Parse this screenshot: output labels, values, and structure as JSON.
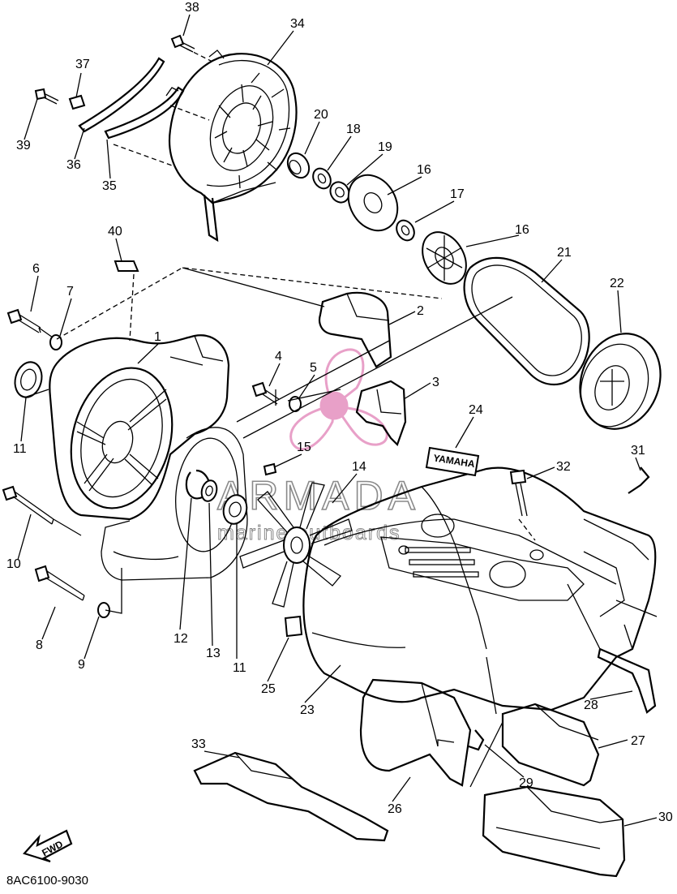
{
  "diagram": {
    "part_numbers": [
      "1",
      "2",
      "3",
      "4",
      "5",
      "6",
      "7",
      "8",
      "9",
      "10",
      "11",
      "11",
      "12",
      "13",
      "14",
      "15",
      "16",
      "16",
      "17",
      "18",
      "19",
      "20",
      "21",
      "22",
      "23",
      "24",
      "25",
      "26",
      "27",
      "28",
      "29",
      "30",
      "31",
      "32",
      "33",
      "34",
      "35",
      "36",
      "37",
      "38",
      "39",
      "40"
    ],
    "drawing_code": "8AC6100-9030",
    "fwd_label": "FWD",
    "emblem_text": "YAMAHA",
    "watermark": {
      "brand": "ARMADA",
      "tagline": "marine outboards",
      "accent_color": "#e8a0c8"
    },
    "line_color": "#000000"
  }
}
